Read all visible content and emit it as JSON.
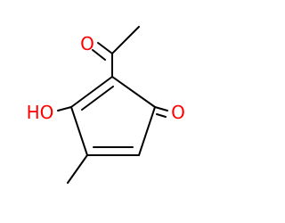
{
  "molecule": {
    "atoms": {
      "ketone_oxygen": "O",
      "acetyl_oxygen": "O",
      "hydroxyl": "HO"
    },
    "colors": {
      "bond": "#000000",
      "oxygen": "#ff0000"
    }
  }
}
